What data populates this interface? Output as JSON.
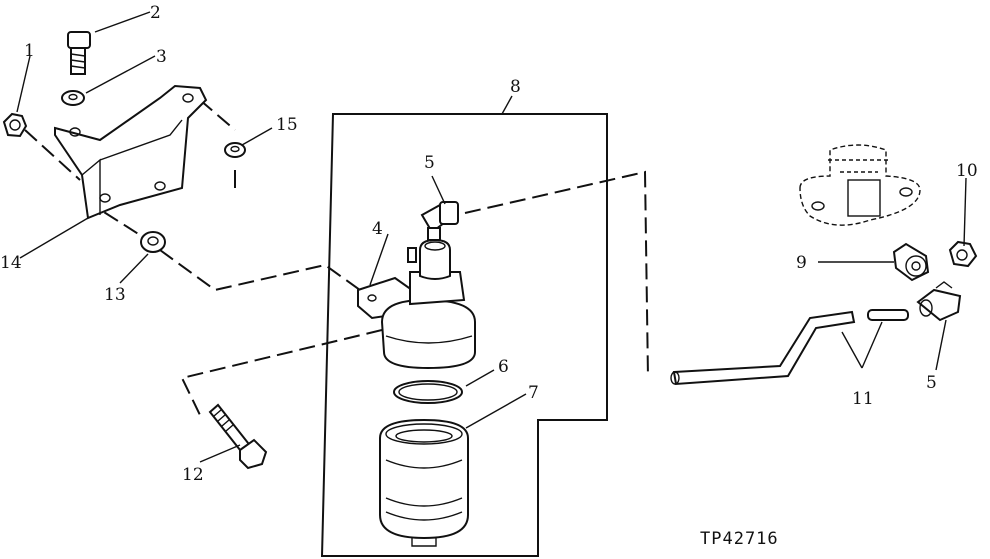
{
  "callouts": {
    "c1": "1",
    "c2": "2",
    "c3": "3",
    "c4": "4",
    "c5a": "5",
    "c5b": "5",
    "c6": "6",
    "c7": "7",
    "c8": "8",
    "c9": "9",
    "c10": "10",
    "c11": "11",
    "c12": "12",
    "c13": "13",
    "c14": "14",
    "c15": "15"
  },
  "figure_ref": "TP42716"
}
